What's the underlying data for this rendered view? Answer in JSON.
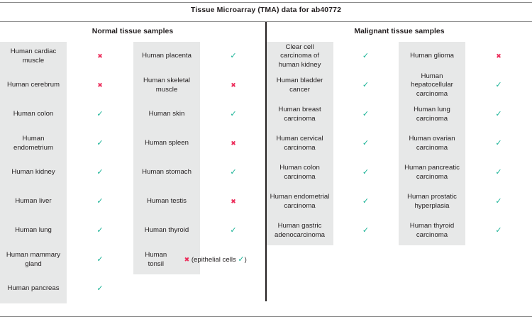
{
  "title": "Tissue Microarray (TMA) data for ab40772",
  "colors": {
    "positive": "#16b295",
    "negative": "#ec2d5b",
    "label_band": "#e7e8e8",
    "rule": "#8c8c8c",
    "divider": "#231f20",
    "text": "#231f20"
  },
  "marks": {
    "positive_glyph": "✓",
    "negative_glyph": "✖"
  },
  "groups": [
    {
      "id": "normal",
      "heading": "Normal tissue samples"
    },
    {
      "id": "malignant",
      "heading": "Malignant tissue samples"
    }
  ],
  "columns": [
    {
      "id": "normal-col-1",
      "group": "normal",
      "rows": [
        {
          "label": "Human cardiac muscle",
          "mark": "negative"
        },
        {
          "label": "Human cerebrum",
          "mark": "negative"
        },
        {
          "label": "Human colon",
          "mark": "positive"
        },
        {
          "label": "Human endometrium",
          "mark": "positive"
        },
        {
          "label": "Human kidney",
          "mark": "positive"
        },
        {
          "label": "Human liver",
          "mark": "positive"
        },
        {
          "label": "Human lung",
          "mark": "positive"
        },
        {
          "label": "Human mammary gland",
          "mark": "positive"
        },
        {
          "label": "Human pancreas",
          "mark": "positive"
        }
      ]
    },
    {
      "id": "normal-col-2",
      "group": "normal",
      "rows": [
        {
          "label": "Human placenta",
          "mark": "positive"
        },
        {
          "label": "Human skeletal muscle",
          "mark": "negative"
        },
        {
          "label": "Human skin",
          "mark": "positive"
        },
        {
          "label": "Human spleen",
          "mark": "negative"
        },
        {
          "label": "Human stomach",
          "mark": "positive"
        },
        {
          "label": "Human testis",
          "mark": "negative"
        },
        {
          "label": "Human thyroid",
          "mark": "positive"
        },
        {
          "label": "Human tonsil",
          "mark": "negative",
          "note_prefix": "(epithelial cells",
          "note_mark": "positive",
          "note_suffix": ")"
        }
      ]
    },
    {
      "id": "malignant-col-1",
      "group": "malignant",
      "rows": [
        {
          "label": "Clear cell carcinoma of human kidney",
          "mark": "positive"
        },
        {
          "label": "Human bladder cancer",
          "mark": "positive"
        },
        {
          "label": "Human breast carcinoma",
          "mark": "positive"
        },
        {
          "label": "Human cervical carcinoma",
          "mark": "positive"
        },
        {
          "label": "Human colon carcinoma",
          "mark": "positive"
        },
        {
          "label": "Human endometrial carcinoma",
          "mark": "positive"
        },
        {
          "label": "Human gastric adenocarcinoma",
          "mark": "positive"
        }
      ]
    },
    {
      "id": "malignant-col-2",
      "group": "malignant",
      "rows": [
        {
          "label": "Human glioma",
          "mark": "negative"
        },
        {
          "label": "Human hepatocellular carcinoma",
          "mark": "positive"
        },
        {
          "label": "Human lung carcinoma",
          "mark": "positive"
        },
        {
          "label": "Human ovarian carcinoma",
          "mark": "positive"
        },
        {
          "label": "Human pancreatic carcinoma",
          "mark": "positive"
        },
        {
          "label": "Human prostatic hyperplasia",
          "mark": "positive"
        },
        {
          "label": "Human thyroid carcinoma",
          "mark": "positive"
        }
      ]
    }
  ]
}
